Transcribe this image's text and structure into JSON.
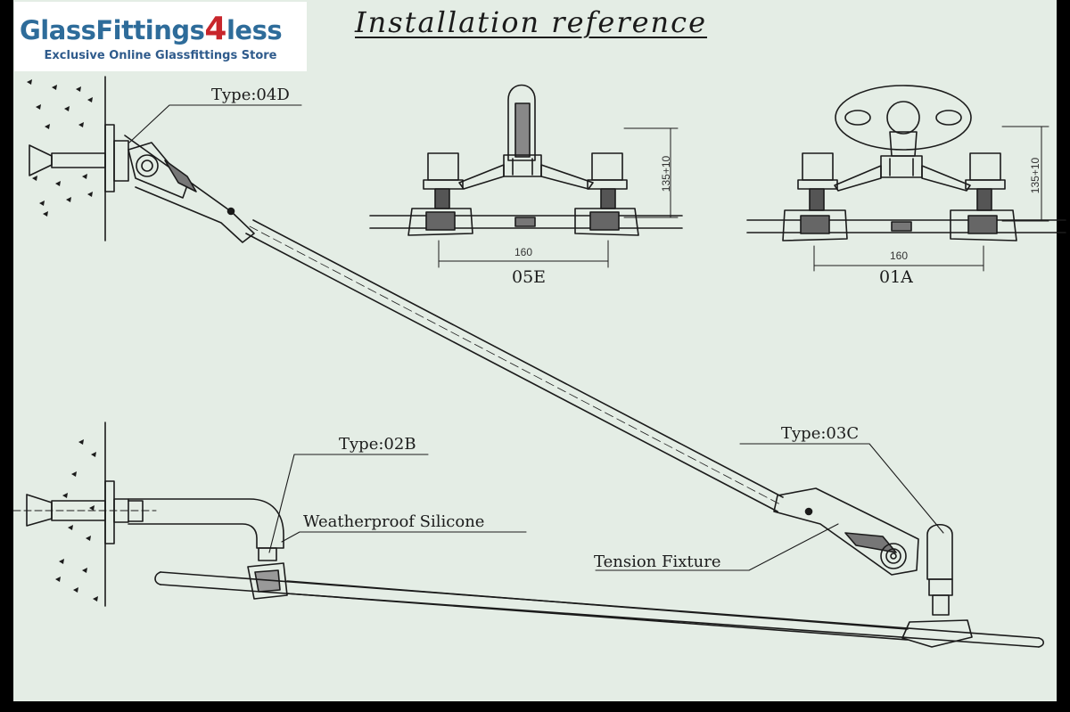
{
  "logo": {
    "brand_a": "GlassFittings",
    "brand_num": "4",
    "brand_b": "less",
    "tagline": "Exclusive Online Glassfittings Store"
  },
  "title": "Installation reference",
  "labels": {
    "type_04d": "Type:04D",
    "type_02b": "Type:02B",
    "type_03c": "Type:03C",
    "weatherproof": "Weatherproof Silicone",
    "tension": "Tension Fixture"
  },
  "details": [
    {
      "code": "05E",
      "width": "160",
      "height": "135+10"
    },
    {
      "code": "01A",
      "width": "160",
      "height": "135+10"
    }
  ],
  "colors": {
    "background": "#e4ede5",
    "ink": "#1b1b1b",
    "brand_blue": "#2e6c9a",
    "brand_red": "#c8262c"
  }
}
